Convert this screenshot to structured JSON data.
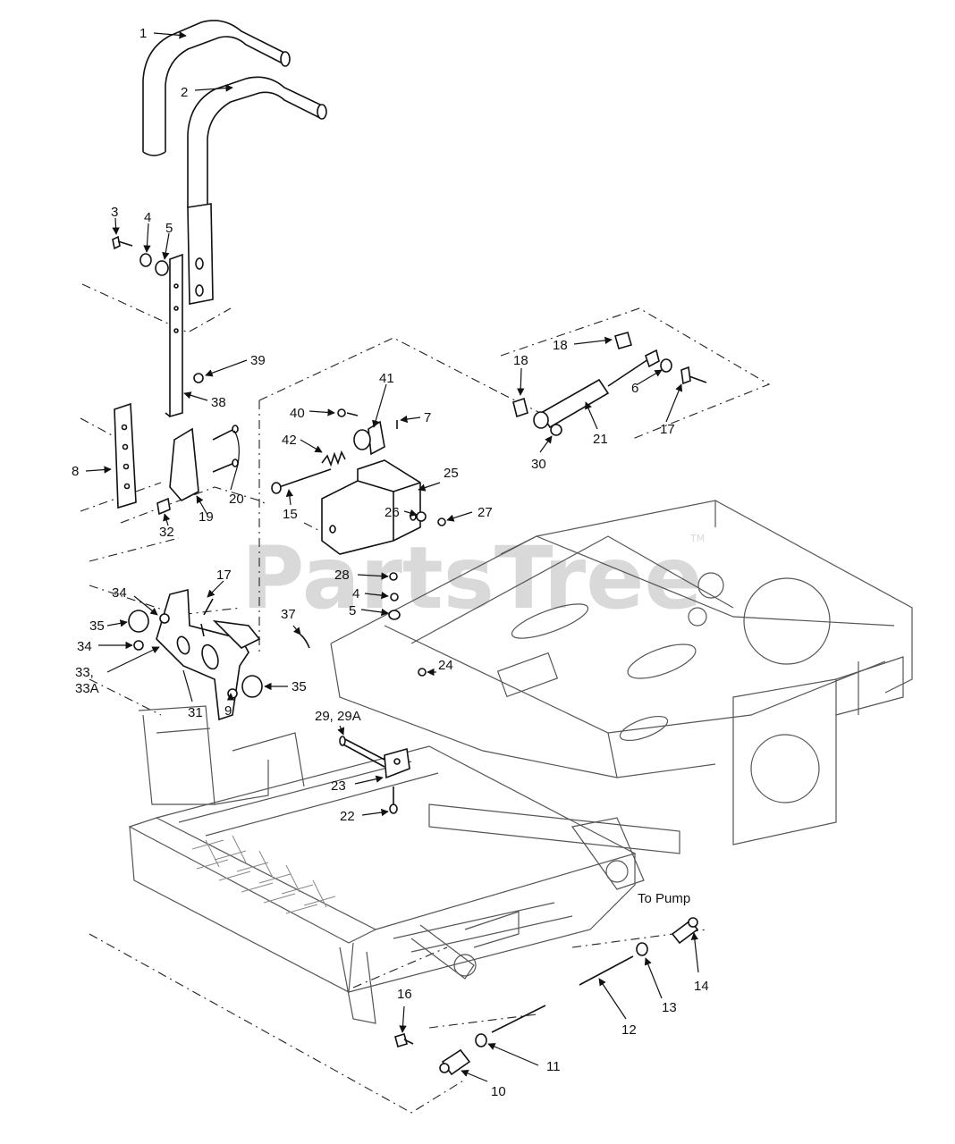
{
  "watermark": {
    "text": "PartsTree",
    "trademark": "TM"
  },
  "labels": {
    "l1": "1",
    "l2": "2",
    "l3": "3",
    "l4": "4",
    "l5": "5",
    "l39": "39",
    "l38": "38",
    "l8": "8",
    "l20": "20",
    "l19": "19",
    "l32": "32",
    "l41": "41",
    "l40": "40",
    "l7": "7",
    "l42": "42",
    "l15": "15",
    "l25": "25",
    "l26": "26",
    "l27": "27",
    "l28": "28",
    "l4b": "4",
    "l5b": "5",
    "l18a": "18",
    "l18b": "18",
    "l6": "6",
    "l17a": "17",
    "l21": "21",
    "l30": "30",
    "l17b": "17",
    "l34a": "34",
    "l35a": "35",
    "l34b": "34",
    "l33": "33,",
    "l33a": "33A",
    "l31": "31",
    "l9": "9",
    "l35b": "35",
    "l37": "37",
    "l24": "24",
    "l29": "29, 29A",
    "l23": "23",
    "l22": "22",
    "to_pump": "To Pump",
    "l14": "14",
    "l13": "13",
    "l12": "12",
    "l16": "16",
    "l11": "11",
    "l10": "10"
  }
}
